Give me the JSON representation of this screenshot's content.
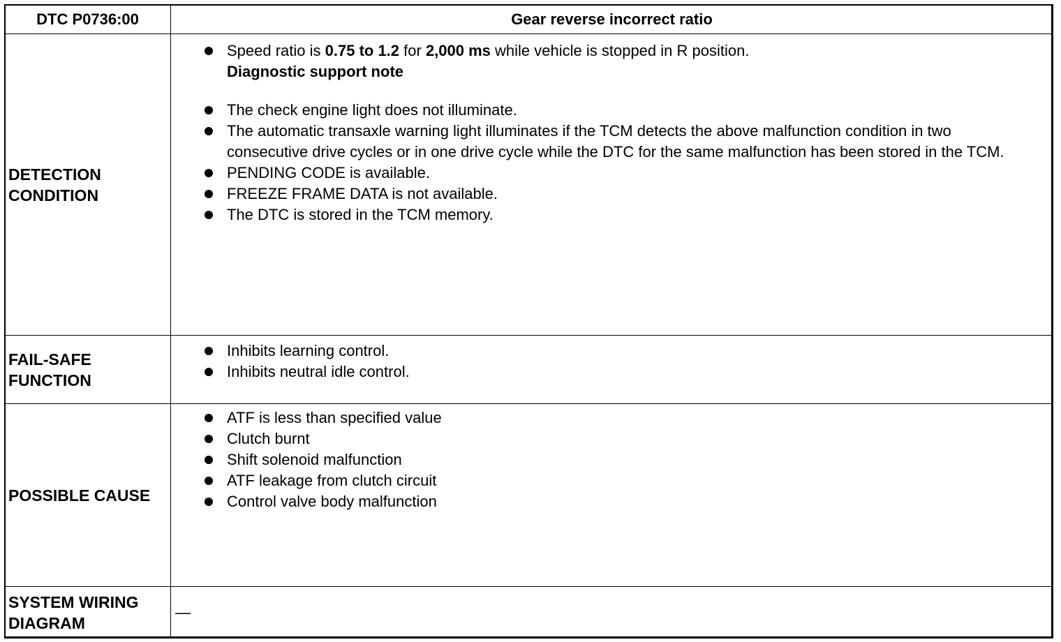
{
  "header": {
    "code": "DTC P0736:00",
    "title": "Gear reverse incorrect ratio"
  },
  "detection": {
    "label": "DETECTION CONDITION",
    "bullet1_pre": "Speed ratio is ",
    "bullet1_b1": "0.75 to 1.2",
    "bullet1_mid": " for ",
    "bullet1_b2": "2,000 ms",
    "bullet1_post": " while vehicle is stopped in R position.",
    "note_title": "Diagnostic support note",
    "notes": [
      "The check engine light does not illuminate.",
      "The automatic transaxle warning light illuminates if the TCM detects the above malfunction condition in two consecutive drive cycles or in one drive cycle while the DTC for the same malfunction has been stored in the TCM.",
      "PENDING CODE is available.",
      "FREEZE FRAME DATA is not available.",
      "The DTC is stored in the TCM memory."
    ]
  },
  "failsafe": {
    "label": "FAIL-SAFE FUNCTION",
    "items": [
      "Inhibits learning control.",
      "Inhibits neutral idle control."
    ]
  },
  "cause": {
    "label": "POSSIBLE CAUSE",
    "items": [
      "ATF is less than specified value",
      "Clutch burnt",
      "Shift solenoid malfunction",
      "ATF leakage from clutch circuit",
      "Control valve body malfunction"
    ]
  },
  "wiring": {
    "label": "SYSTEM WIRING DIAGRAM",
    "value": "—"
  }
}
